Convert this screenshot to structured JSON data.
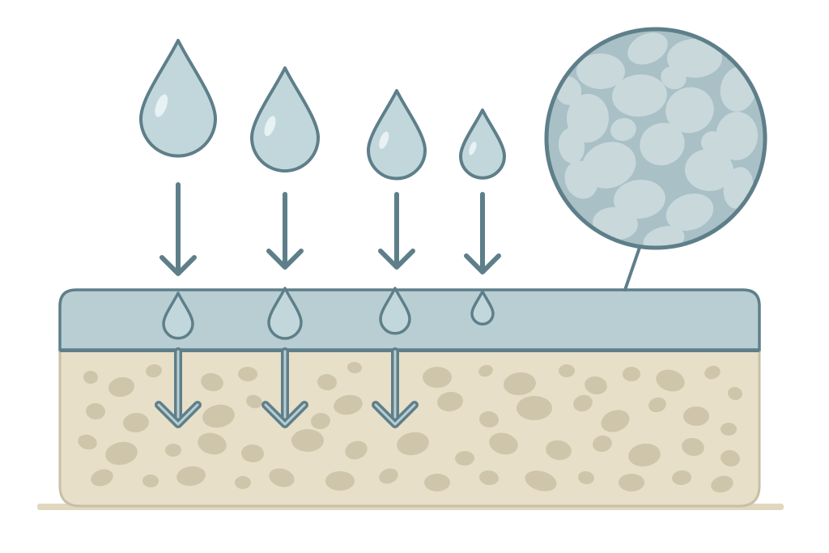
{
  "diagram": {
    "description_text": "",
    "drops": [
      {
        "id": "drop-1",
        "size": "large",
        "penetrates": true
      },
      {
        "id": "drop-2",
        "size": "large",
        "penetrates": true
      },
      {
        "id": "drop-3",
        "size": "medium",
        "penetrates": true
      },
      {
        "id": "drop-4",
        "size": "small",
        "penetrates": false
      }
    ],
    "layers": [
      {
        "id": "top-layer",
        "kind": "permeable-coating"
      },
      {
        "id": "base-layer",
        "kind": "porous-substrate"
      }
    ],
    "magnifier": {
      "shows": "pore-structure"
    }
  },
  "colors": {
    "outline": "#5E7F8A",
    "water_fill": "#C2D7DC",
    "water_highlight": "#E8F1F3",
    "coating": "#B9CED2",
    "substrate": "#E7DFC8",
    "substrate_outline": "#C7BFA8",
    "pebble": "#CFC5AA",
    "magnifier_bg": "#A8C0C6",
    "magnifier_cell": "#C9D8DB",
    "ground": "#E0D7BE"
  },
  "icons": {
    "drop": "water-drop-icon",
    "arrow": "arrow-down-icon",
    "magnifier": "magnifier-circle-icon"
  }
}
